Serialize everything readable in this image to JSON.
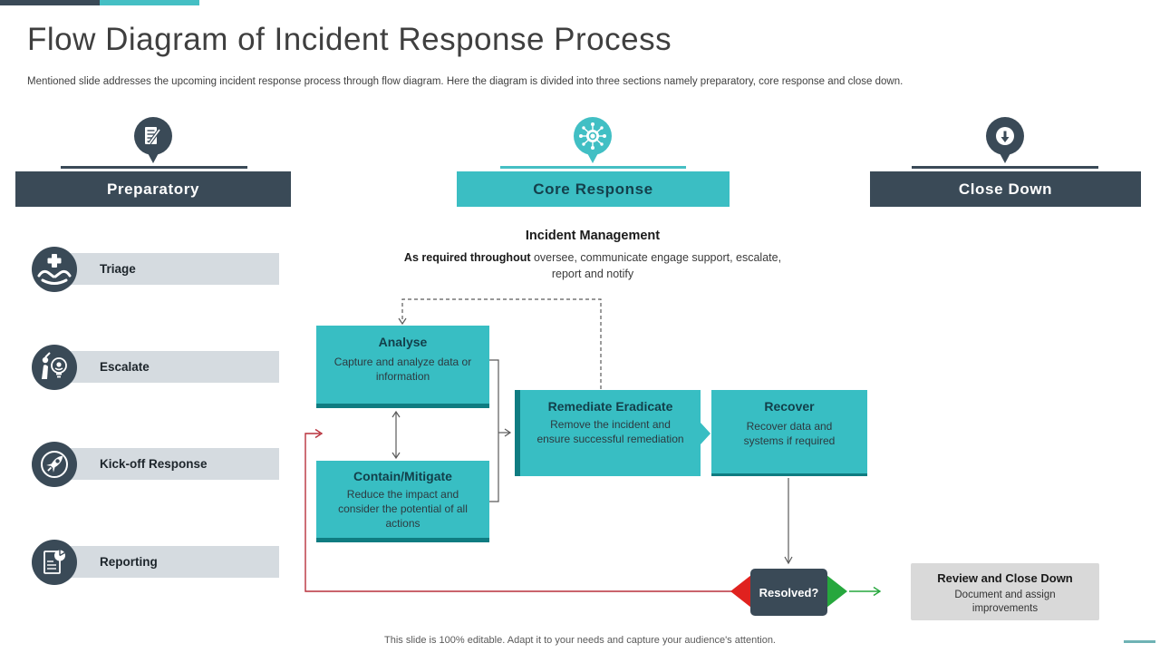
{
  "slide": {
    "title": "Flow Diagram of Incident Response Process",
    "subtitle": "Mentioned slide addresses the upcoming incident response process through flow diagram. Here the diagram is divided into three sections namely preparatory, core response and close down.",
    "footer": "This slide is 100% editable. Adapt it to your needs and capture your audience's attention."
  },
  "colors": {
    "dark": "#3A4A57",
    "teal": "#3BBEC3",
    "teal_dark": "#0F7C81",
    "light_gray": "#D5DBE0",
    "review_gray": "#D9D9D9",
    "red": "#E0221F",
    "green": "#26A73D"
  },
  "sections": {
    "preparatory": {
      "label": "Preparatory",
      "icon": "document-edit-pin-icon"
    },
    "core_response": {
      "label": "Core Response",
      "icon": "bug-circuit-pin-icon"
    },
    "close_down": {
      "label": "Close Down",
      "icon": "arrow-down-pin-icon"
    }
  },
  "preparatory_items": [
    {
      "label": "Triage",
      "icon": "hands-cross-icon"
    },
    {
      "label": "Escalate",
      "icon": "person-idea-icon"
    },
    {
      "label": "Kick-off Response",
      "icon": "rocket-icon"
    },
    {
      "label": "Reporting",
      "icon": "report-chart-icon"
    }
  ],
  "incident_management": {
    "title": "Incident Management",
    "bold_text": "As  required throughout",
    "text": " oversee, communicate engage support, escalate, report and notify"
  },
  "flow_boxes": {
    "analyse": {
      "title": "Analyse",
      "desc": "Capture and analyze data or information"
    },
    "contain": {
      "title": "Contain/Mitigate",
      "desc": "Reduce the impact and consider the potential of all actions"
    },
    "remediate": {
      "title": "Remediate Eradicate",
      "desc": "Remove the incident and ensure successful remediation"
    },
    "recover": {
      "title": "Recover",
      "desc": "Recover data and systems if required"
    },
    "resolved": {
      "label": "Resolved?"
    },
    "review": {
      "title": "Review and Close Down",
      "desc": "Document and assign improvements"
    }
  }
}
